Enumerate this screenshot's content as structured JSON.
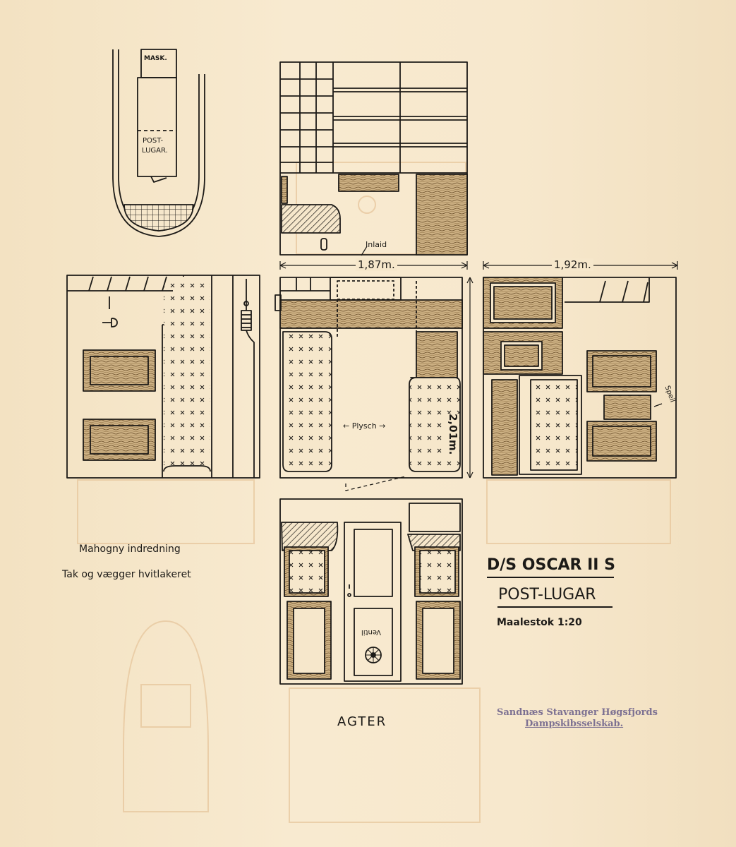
{
  "ship_plan": {
    "mask_label": "MASK.",
    "post_label_1": "POST-",
    "post_label_2": "LUGAR."
  },
  "labels": {
    "inlaid": "Inlaid",
    "width_1": "1,87m.",
    "width_2": "1,92m.",
    "height": "2,01m.",
    "plysch": "← Plysch →",
    "speil": "Speil",
    "ventil": "Ventil",
    "agter": "AGTER"
  },
  "notes": {
    "line_1": "Mahogny indredning",
    "line_2": "Tak og vægger hvitlakeret"
  },
  "title_block": {
    "ship": "D/S OSCAR II S",
    "title": "POST-LUGAR",
    "scale": "Maalestok 1:20"
  },
  "stamp": {
    "line_1": "Sandnæs Stavanger Høgsfjords",
    "line_2": "Dampskibsselskab."
  },
  "colors": {
    "paper": "#f6e7cb",
    "ink": "#1c1a17",
    "wood": "#c9a878",
    "stamp": "#7d7192"
  }
}
